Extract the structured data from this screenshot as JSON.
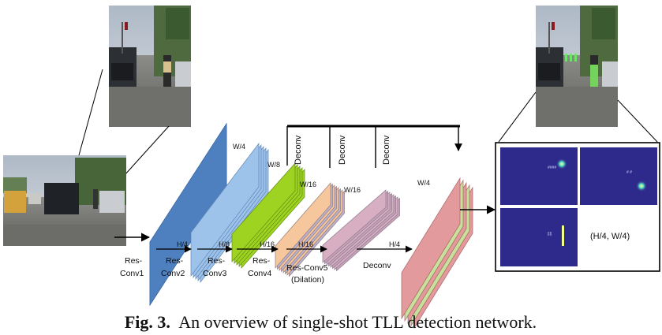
{
  "diagram": {
    "stage_labels": {
      "res_conv1": [
        "Res-",
        "Conv1"
      ],
      "res_conv2": [
        "Res-",
        "Conv2"
      ],
      "res_conv3": [
        "Res-",
        "Conv3"
      ],
      "res_conv4": [
        "Res-",
        "Conv4"
      ],
      "res_conv5": [
        "Res-Conv5",
        "(Dilation)"
      ],
      "deconv_bottom": "Deconv"
    },
    "dim_labels": {
      "w4_a": "W/4",
      "w8": "W/8",
      "w16_a": "W/16",
      "w16_b": "W/16",
      "w4_out": "W/4",
      "h4_a": "H/4",
      "h8": "H/8",
      "h16": "H/16",
      "h16_b": "H/16",
      "h4_out": "H/4"
    },
    "skip_labels": [
      "Deconv",
      "Deconv",
      "Deconv"
    ],
    "output_panel_text": "(H/4, W/4)",
    "heatmap_mini_labels": [
      "####",
      "# #",
      "||||"
    ]
  },
  "caption": {
    "prefix": "Fig. 3.",
    "text": "An overview of single-shot TLL detection network."
  },
  "colors": {
    "conv2": "#4e7fbf",
    "conv3": "#9ec3ea",
    "conv4": "#9fd321",
    "conv5": "#f6c79c",
    "deconv": "#d8aec3",
    "output": "#e39a9d",
    "heatmap_bg": "#2e2a8c"
  }
}
